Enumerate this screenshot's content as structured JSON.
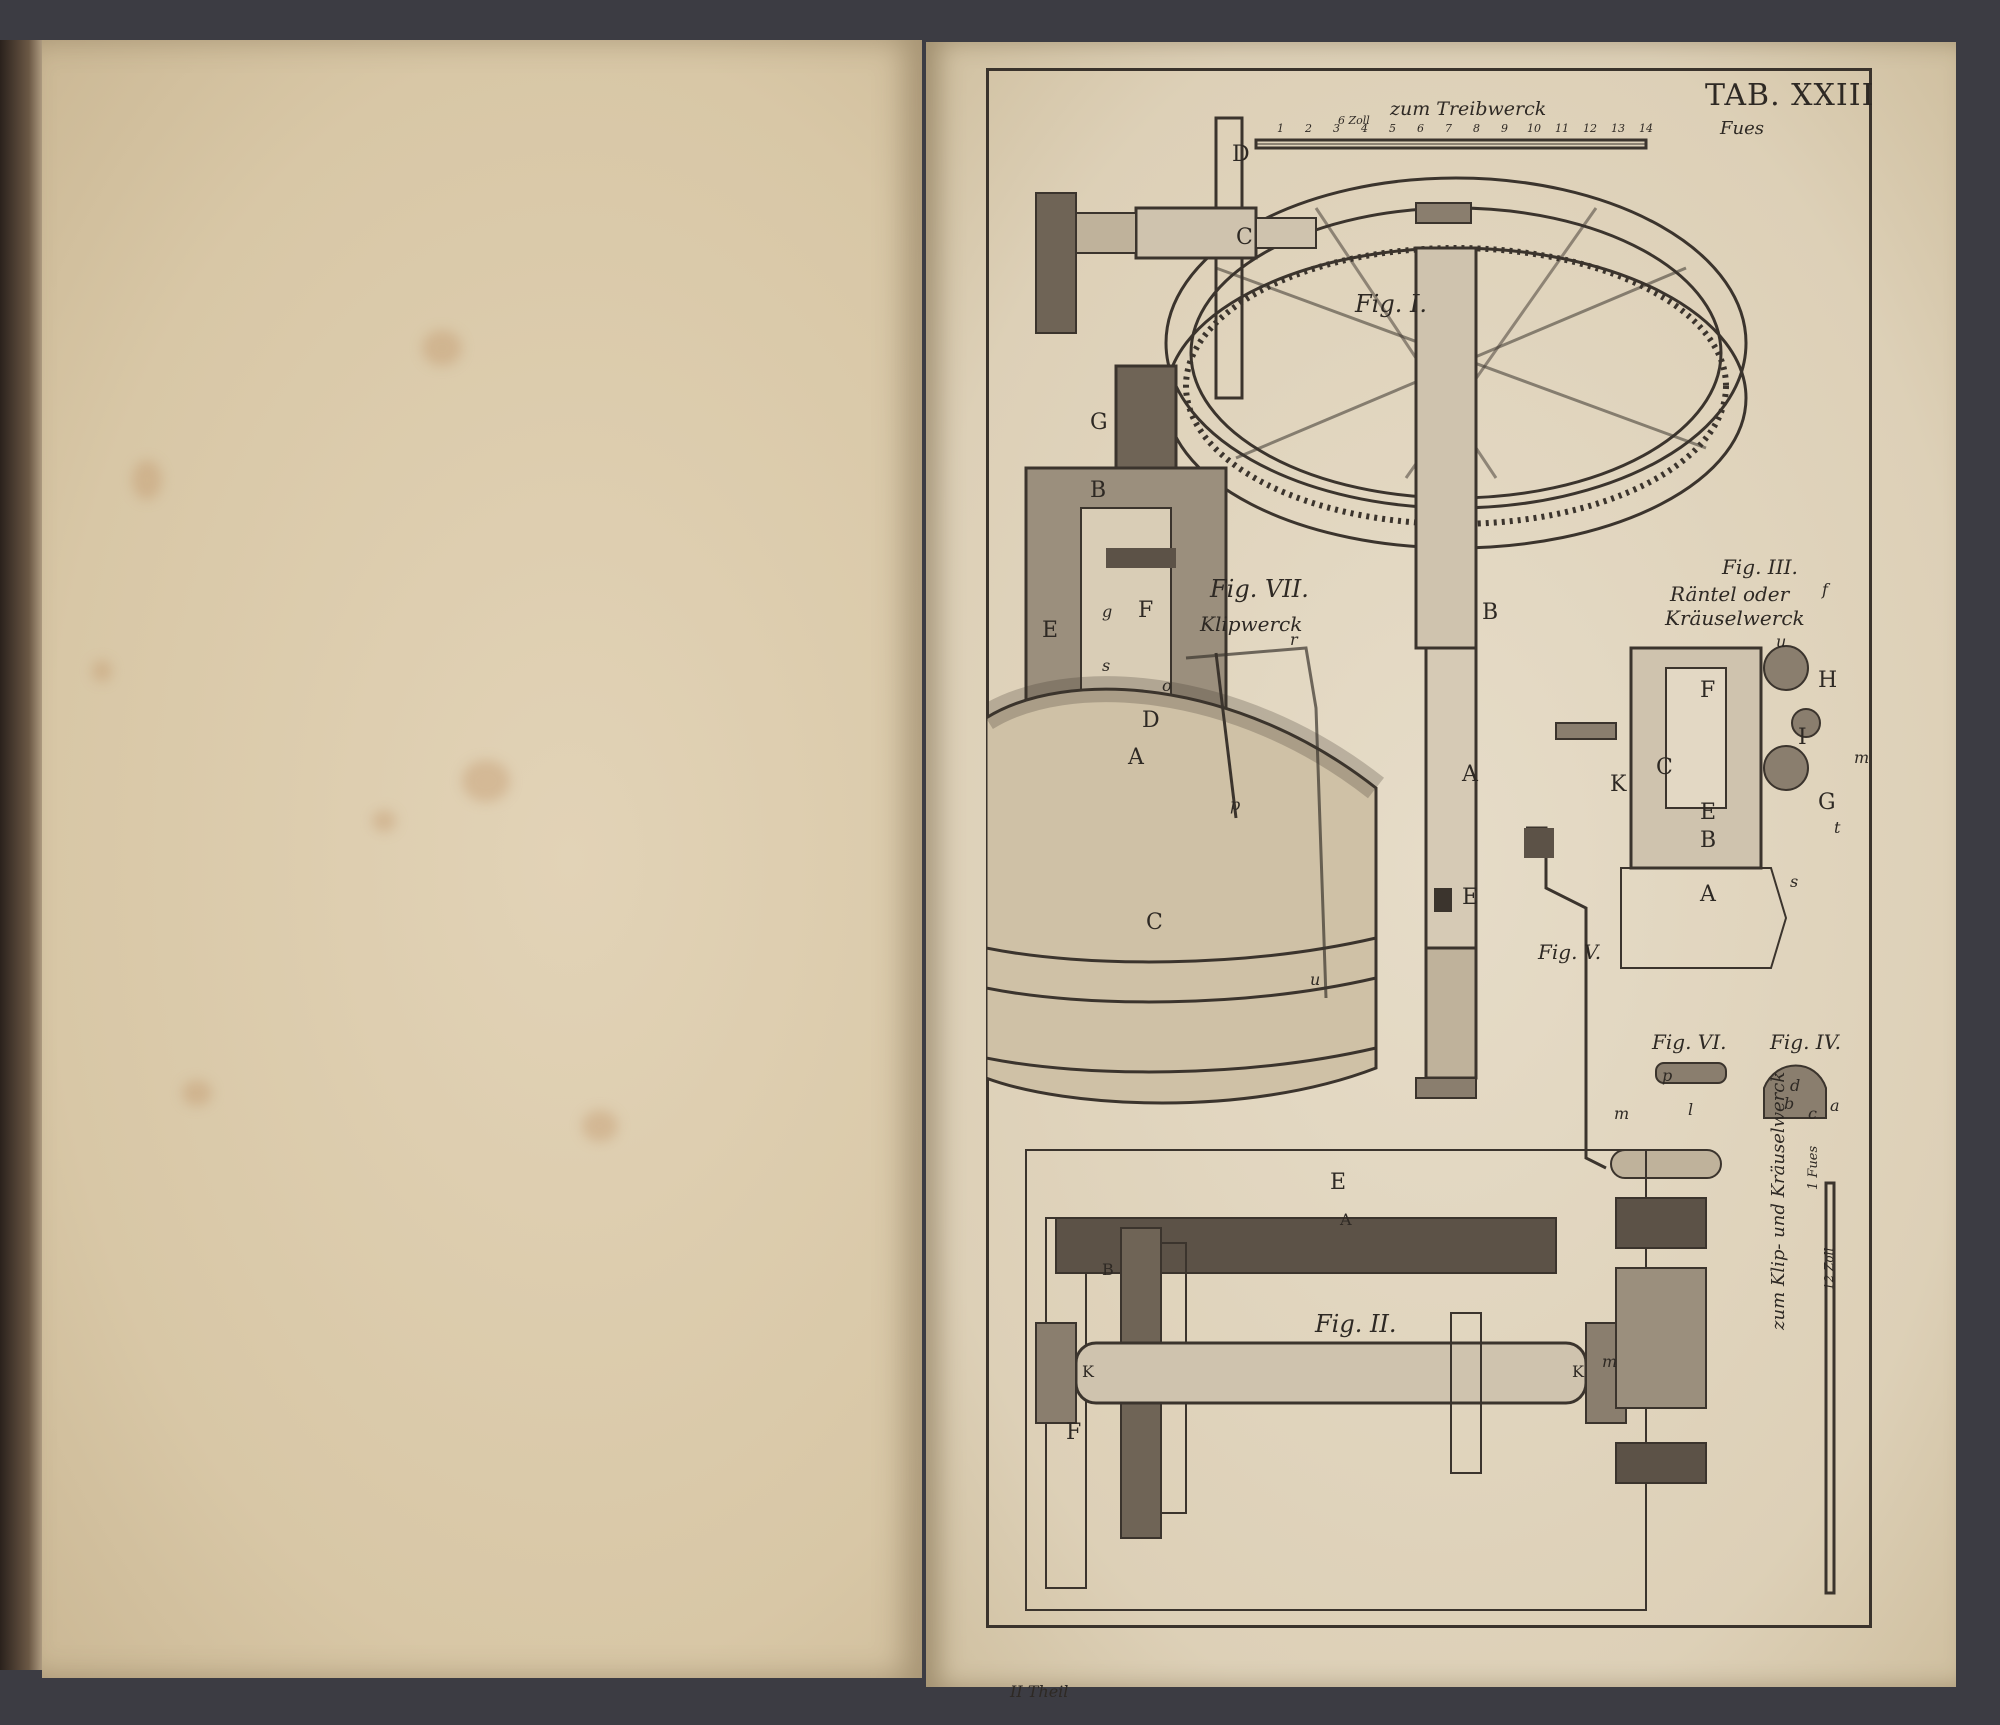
{
  "plate": {
    "title": "TAB. XXIII",
    "footer": "II Theil"
  },
  "scale_top": {
    "title": "zum Treibwerck",
    "unit_start": "6 Zoll",
    "unit_end": "Fues",
    "ticks": [
      "1",
      "2",
      "3",
      "4",
      "5",
      "6",
      "7",
      "8",
      "9",
      "10",
      "11",
      "12",
      "13",
      "14"
    ]
  },
  "scale_side": {
    "title": "zum Klip- und Kräuselwerck",
    "zoll": "12 Zoll",
    "fues": "1 Fues"
  },
  "figures": {
    "fig1": "Fig. I.",
    "fig2": "Fig. II.",
    "fig3": "Fig. III.",
    "fig3_caption_1": "Räntel oder",
    "fig3_caption_2": "Kräuselwerck",
    "fig4": "Fig. IV.",
    "fig5": "Fig. V.",
    "fig6": "Fig. VI.",
    "fig7": "Fig. VII.",
    "fig7_caption": "Klipwerck"
  },
  "letters": {
    "fig1_D": "D",
    "fig1_C": "C",
    "fig1_B": "B",
    "fig1_A": "A",
    "fig1_E": "E",
    "fig7_G": "G",
    "fig7_B": "B",
    "fig7_E": "E",
    "fig7_F": "F",
    "fig7_D": "D",
    "fig7_A": "A",
    "fig7_C": "C",
    "fig7_g": "g",
    "fig7_s": "s",
    "fig7_o": "o",
    "fig7_r": "r",
    "fig7_p": "p",
    "fig7_u": "u",
    "fig3_H": "H",
    "fig3_I": "I",
    "fig3_G": "G",
    "fig3_K": "K",
    "fig3_C": "C",
    "fig3_F": "F",
    "fig3_E": "E",
    "fig3_B": "B",
    "fig3_A": "A",
    "fig3_f": "f",
    "fig3_u": "u",
    "fig3_m": "m",
    "fig3_t": "t",
    "fig3_s": "s",
    "fig6_p": "p",
    "fig5_m": "m",
    "fig5_l": "l",
    "fig4_b": "b",
    "fig4_d": "d",
    "fig4_c": "c",
    "fig4_a": "a",
    "fig2_E": "E",
    "fig2_A": "A",
    "fig2_B": "B",
    "fig2_F": "F",
    "fig2_K1": "K",
    "fig2_K2": "K",
    "fig2_m": "m"
  }
}
